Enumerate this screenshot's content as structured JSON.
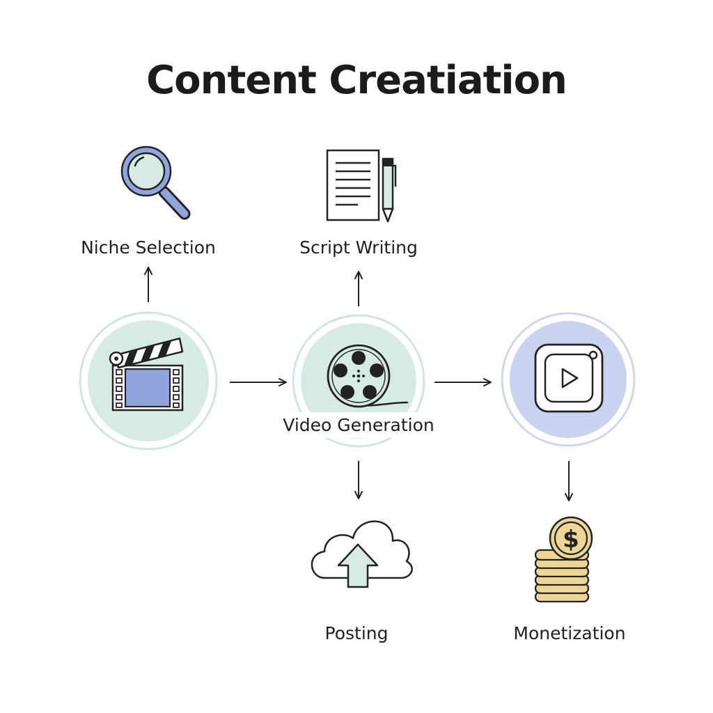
{
  "title": "Content Creatiation",
  "nodes": {
    "niche": {
      "label": "Niche Selection",
      "icon": "magnifying-glass-icon"
    },
    "script": {
      "label": "Script Writing",
      "icon": "document-and-pen-icon"
    },
    "clapper": {
      "icon": "clapperboard-film-icon"
    },
    "video": {
      "label": "Video Generation",
      "icon": "film-reel-icon"
    },
    "player": {
      "icon": "video-play-icon"
    },
    "posting": {
      "label": "Posting",
      "icon": "cloud-upload-icon"
    },
    "monetization": {
      "label": "Monetization",
      "icon": "dollar-coin-stack-icon"
    }
  },
  "colors": {
    "mint": "#d5ebe4",
    "mint_ring": "#cfe6de",
    "blue": "#8fa5dc",
    "lavender": "#c9d3f0",
    "lavender_ring": "#cfd6ef",
    "gold": "#ecd595",
    "stroke": "#222222"
  }
}
